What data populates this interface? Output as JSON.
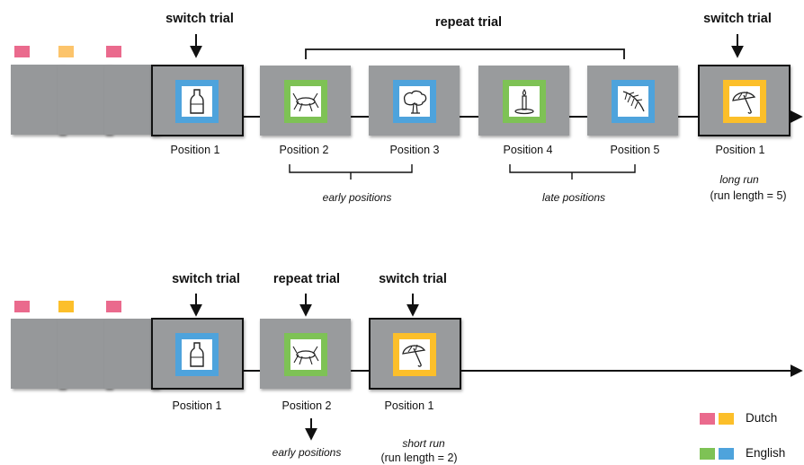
{
  "colors": {
    "dutch_pink": "#ea6a8d",
    "dutch_yellow": "#fcbf2a",
    "dutch_orange_light": "#fcc46b",
    "english_green": "#7ec255",
    "english_blue": "#4ea3dc",
    "card_gray": "#999b9d",
    "line": "#111111"
  },
  "top": {
    "headers": {
      "switch_first": "switch trial",
      "repeat": "repeat trial",
      "switch_last": "switch trial"
    },
    "positions": [
      "Position 1",
      "Position 2",
      "Position 3",
      "Position 4",
      "Position 5",
      "Position 1"
    ],
    "groups": {
      "early": "early positions",
      "late": "late positions"
    },
    "run": {
      "label": "long run",
      "length": "(run length = 5)"
    },
    "pictures": [
      "bottle-icon",
      "grasshopper-icon",
      "tree-icon",
      "candle-icon",
      "feather-icon",
      "umbrella-icon"
    ]
  },
  "bottom": {
    "headers": {
      "switch_first": "switch trial",
      "repeat": "repeat trial",
      "switch_last": "switch trial"
    },
    "positions": [
      "Position 1",
      "Position 2",
      "Position 1"
    ],
    "groups": {
      "early": "early positions"
    },
    "run": {
      "label": "short run",
      "length": "(run length = 2)"
    },
    "pictures": [
      "bottle-icon",
      "grasshopper-icon",
      "umbrella-icon"
    ]
  },
  "legend": {
    "dutch": "Dutch",
    "english": "English"
  }
}
